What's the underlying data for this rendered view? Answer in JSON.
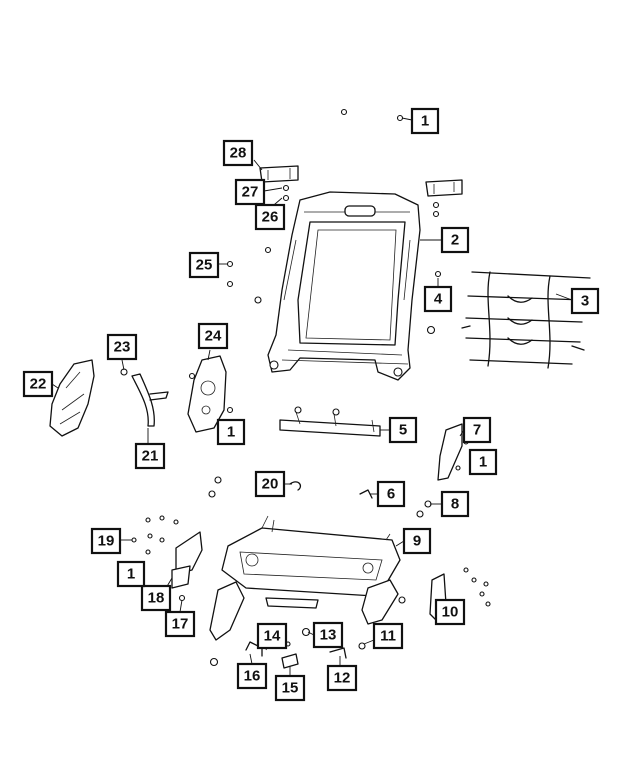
{
  "diagram": {
    "callouts": [
      {
        "id": "c1a",
        "label": "1"
      },
      {
        "id": "c2",
        "label": "2"
      },
      {
        "id": "c3",
        "label": "3"
      },
      {
        "id": "c4",
        "label": "4"
      },
      {
        "id": "c5",
        "label": "5"
      },
      {
        "id": "c6",
        "label": "6"
      },
      {
        "id": "c7",
        "label": "7"
      },
      {
        "id": "c1b",
        "label": "1"
      },
      {
        "id": "c8",
        "label": "8"
      },
      {
        "id": "c9",
        "label": "9"
      },
      {
        "id": "c10",
        "label": "10"
      },
      {
        "id": "c11",
        "label": "11"
      },
      {
        "id": "c12",
        "label": "12"
      },
      {
        "id": "c13",
        "label": "13"
      },
      {
        "id": "c14",
        "label": "14"
      },
      {
        "id": "c15",
        "label": "15"
      },
      {
        "id": "c16",
        "label": "16"
      },
      {
        "id": "c17",
        "label": "17"
      },
      {
        "id": "c18",
        "label": "18"
      },
      {
        "id": "c1c",
        "label": "1"
      },
      {
        "id": "c19",
        "label": "19"
      },
      {
        "id": "c20",
        "label": "20"
      },
      {
        "id": "c21",
        "label": "21"
      },
      {
        "id": "c22",
        "label": "22"
      },
      {
        "id": "c23",
        "label": "23"
      },
      {
        "id": "c24",
        "label": "24"
      },
      {
        "id": "c1d",
        "label": "1"
      },
      {
        "id": "c25",
        "label": "25"
      },
      {
        "id": "c26",
        "label": "26"
      },
      {
        "id": "c27",
        "label": "27"
      },
      {
        "id": "c28",
        "label": "28"
      }
    ]
  }
}
